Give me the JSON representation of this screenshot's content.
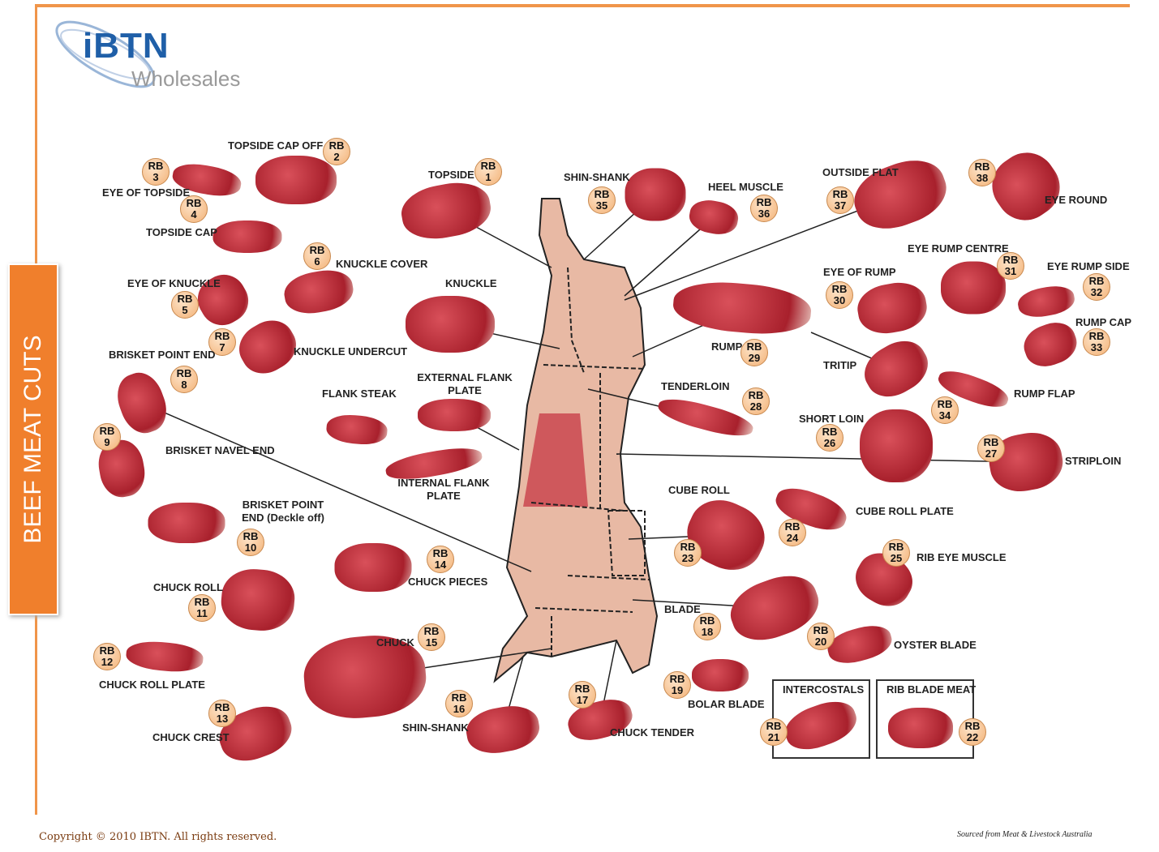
{
  "logo": {
    "brand": "iBTN",
    "sub": "Wholesales"
  },
  "title": "BEEF MEAT CUTS",
  "rb_prefix": "RB",
  "cuts": [
    {
      "label": "TOPSIDE",
      "rb": "1"
    },
    {
      "label": "TOPSIDE CAP OFF",
      "rb": "2"
    },
    {
      "label": "EYE OF TOPSIDE",
      "rb": "3"
    },
    {
      "label": "TOPSIDE CAP",
      "rb": "4"
    },
    {
      "label": "EYE OF KNUCKLE",
      "rb": "5"
    },
    {
      "label": "KNUCKLE COVER",
      "rb": "6"
    },
    {
      "label": "KNUCKLE UNDERCUT",
      "rb": "7"
    },
    {
      "label": "BRISKET POINT END",
      "rb": "8"
    },
    {
      "label": "BRISKET NAVEL END",
      "rb": "9"
    },
    {
      "label": "BRISKET POINT END (Deckle off)",
      "rb": "10"
    },
    {
      "label": "CHUCK ROLL",
      "rb": "11"
    },
    {
      "label": "CHUCK ROLL PLATE",
      "rb": "12"
    },
    {
      "label": "CHUCK CREST",
      "rb": "13"
    },
    {
      "label": "CHUCK PIECES",
      "rb": "14"
    },
    {
      "label": "CHUCK",
      "rb": "15"
    },
    {
      "label": "SHIN-SHANK",
      "rb": "16"
    },
    {
      "label": "CHUCK TENDER",
      "rb": "17"
    },
    {
      "label": "BLADE",
      "rb": "18"
    },
    {
      "label": "BOLAR BLADE",
      "rb": "19"
    },
    {
      "label": "OYSTER BLADE",
      "rb": "20"
    },
    {
      "label": "INTERCOSTALS",
      "rb": "21"
    },
    {
      "label": "RIB BLADE MEAT",
      "rb": "22"
    },
    {
      "label": "CUBE ROLL",
      "rb": "23"
    },
    {
      "label": "CUBE ROLL PLATE",
      "rb": "24"
    },
    {
      "label": "RIB EYE MUSCLE",
      "rb": "25"
    },
    {
      "label": "SHORT LOIN",
      "rb": "26"
    },
    {
      "label": "STRIPLOIN",
      "rb": "27"
    },
    {
      "label": "TENDERLOIN",
      "rb": "28"
    },
    {
      "label": "RUMP",
      "rb": "29"
    },
    {
      "label": "EYE OF RUMP",
      "rb": "30"
    },
    {
      "label": "EYE RUMP CENTRE",
      "rb": "31"
    },
    {
      "label": "EYE RUMP SIDE",
      "rb": "32"
    },
    {
      "label": "RUMP CAP",
      "rb": "33"
    },
    {
      "label": "RUMP FLAP",
      "rb": "34"
    },
    {
      "label": "SHIN-SHANK",
      "rb": "35"
    },
    {
      "label": "HEEL MUSCLE",
      "rb": "36"
    },
    {
      "label": "OUTSIDE FLAT",
      "rb": "37"
    },
    {
      "label": "EYE ROUND",
      "rb": "38"
    },
    {
      "label": "KNUCKLE",
      "rb": null
    },
    {
      "label": "TRITIP",
      "rb": null
    },
    {
      "label": "FLANK STEAK",
      "rb": null
    },
    {
      "label": "EXTERNAL FLANK PLATE",
      "rb": null
    },
    {
      "label": "INTERNAL FLANK PLATE",
      "rb": null
    }
  ],
  "footer": {
    "copyright": "Copyright © 2010 IBTN. All rights reserved.",
    "source": "Sourced from Meat & Livestock Australia"
  }
}
